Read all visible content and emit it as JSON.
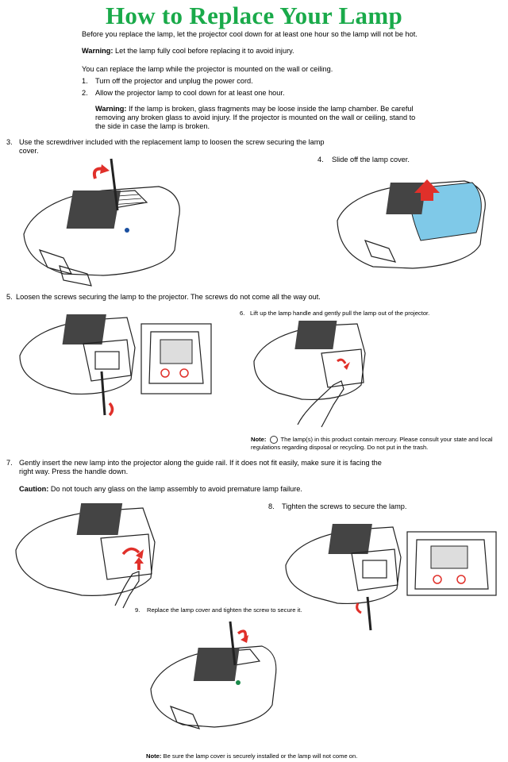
{
  "title": "How to Replace Your Lamp",
  "intro": "Before you replace the lamp, let the projector cool down for at least one hour so the lamp will not be hot.",
  "warning1": {
    "label": "Warning:",
    "text": "Let the lamp fully cool before replacing it to avoid injury."
  },
  "mount_note": "You can replace the lamp while the projector is mounted on the wall or ceiling.",
  "steps": {
    "s1": {
      "num": "1.",
      "text": "Turn off the projector and unplug the power cord."
    },
    "s2": {
      "num": "2.",
      "text": "Allow the projector lamp to cool down for at least one hour."
    },
    "s3": {
      "num": "3.",
      "text": "Use the screwdriver included with the replacement lamp to loosen the screw securing the lamp cover."
    },
    "s4": {
      "num": "4.",
      "text": "Slide off the lamp cover."
    },
    "s5": {
      "num": "5.",
      "text": "Loosen the screws securing the lamp to the projector. The screws do not come all the way out."
    },
    "s6": {
      "num": "6.",
      "text": "Lift up the lamp handle and gently pull the lamp out of the projector."
    },
    "s7": {
      "num": "7.",
      "text": "Gently insert the new lamp into the projector along the guide rail. If it does not fit easily, make sure it is facing the right way. Press the handle down."
    },
    "s8": {
      "num": "8.",
      "text": "Tighten the screws to secure the lamp."
    },
    "s9": {
      "num": "9.",
      "text": "Replace the lamp cover and tighten the screw to secure it."
    }
  },
  "warning2": {
    "label": "Warning:",
    "text": "If the lamp is broken, glass fragments may be loose inside the lamp chamber. Be careful removing any broken glass to avoid injury. If the projector is mounted on the wall or ceiling, stand to the side in case the lamp is broken."
  },
  "mercury_note": {
    "label": "Note:",
    "text": "The lamp(s) in this product contain mercury. Please consult your state and local regulations regarding disposal or recycling. Do not put in the trash."
  },
  "caution": {
    "label": "Caution:",
    "text": "Do not touch any glass on the lamp assembly to avoid premature lamp failure."
  },
  "final_note": {
    "label": "Note:",
    "text": "Be sure the lamp cover is securely installed or the lamp will not come on."
  },
  "colors": {
    "title": "#1aaa4a",
    "arrow": "#e0302a",
    "lamp_cover": "#7fc9e8"
  }
}
